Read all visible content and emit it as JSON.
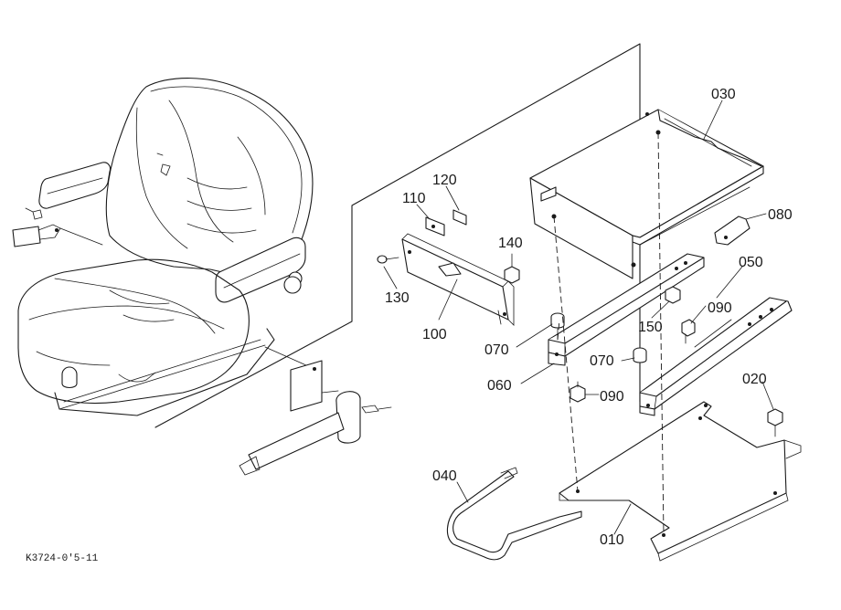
{
  "diagram": {
    "image_code": "K3724-0'5-11",
    "parts": [
      {
        "id": "p030",
        "label": "030"
      },
      {
        "id": "p080",
        "label": "080"
      },
      {
        "id": "p050",
        "label": "050"
      },
      {
        "id": "p090a",
        "label": "090"
      },
      {
        "id": "p150",
        "label": "150"
      },
      {
        "id": "p070a",
        "label": "070"
      },
      {
        "id": "p070b",
        "label": "070"
      },
      {
        "id": "p060",
        "label": "060"
      },
      {
        "id": "p090b",
        "label": "090"
      },
      {
        "id": "p020",
        "label": "020"
      },
      {
        "id": "p040",
        "label": "040"
      },
      {
        "id": "p010",
        "label": "010"
      },
      {
        "id": "p120",
        "label": "120"
      },
      {
        "id": "p110",
        "label": "110"
      },
      {
        "id": "p140",
        "label": "140"
      },
      {
        "id": "p130",
        "label": "130"
      },
      {
        "id": "p100",
        "label": "100"
      }
    ]
  }
}
